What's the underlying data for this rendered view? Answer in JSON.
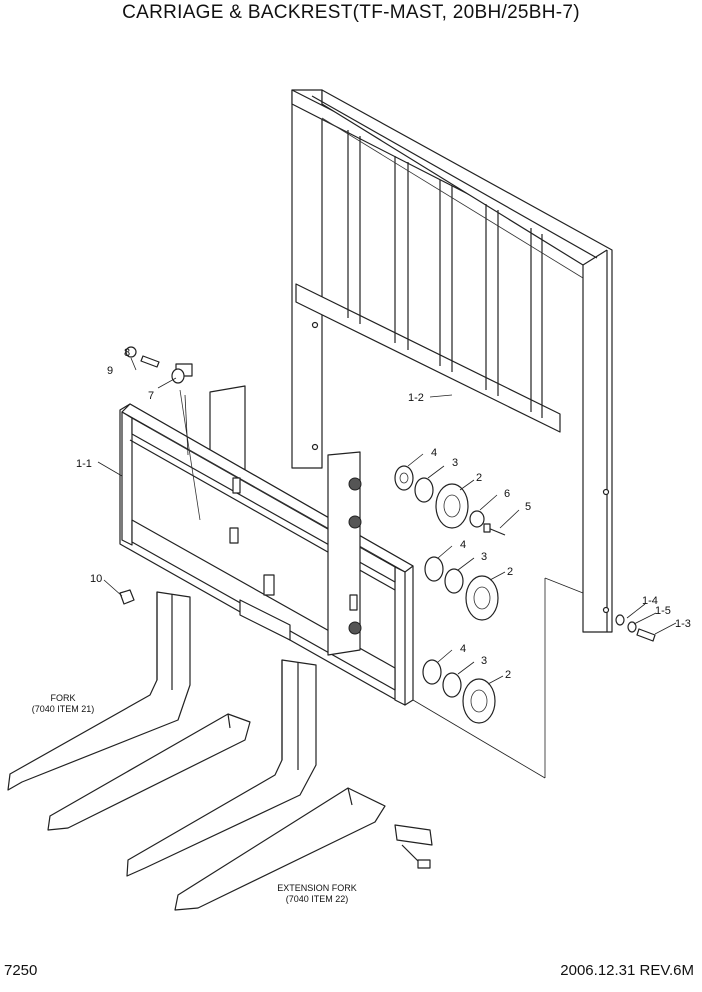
{
  "title": "CARRIAGE & BACKREST(TF-MAST, 20BH/25BH-7)",
  "page_number": "7250",
  "date_revision": "2006.12.31  REV.6M",
  "callouts": [
    "1-1",
    "1-2",
    "1-3",
    "1-4",
    "1-5",
    "2",
    "2",
    "2",
    "3",
    "3",
    "3",
    "4",
    "4",
    "4",
    "5",
    "6",
    "7",
    "8",
    "9",
    "10"
  ],
  "fork_label": {
    "line1": "FORK",
    "line2": "(7040 ITEM 21)"
  },
  "extension_fork_label": {
    "line1": "EXTENSION FORK",
    "line2": "(7040 ITEM 22)"
  }
}
